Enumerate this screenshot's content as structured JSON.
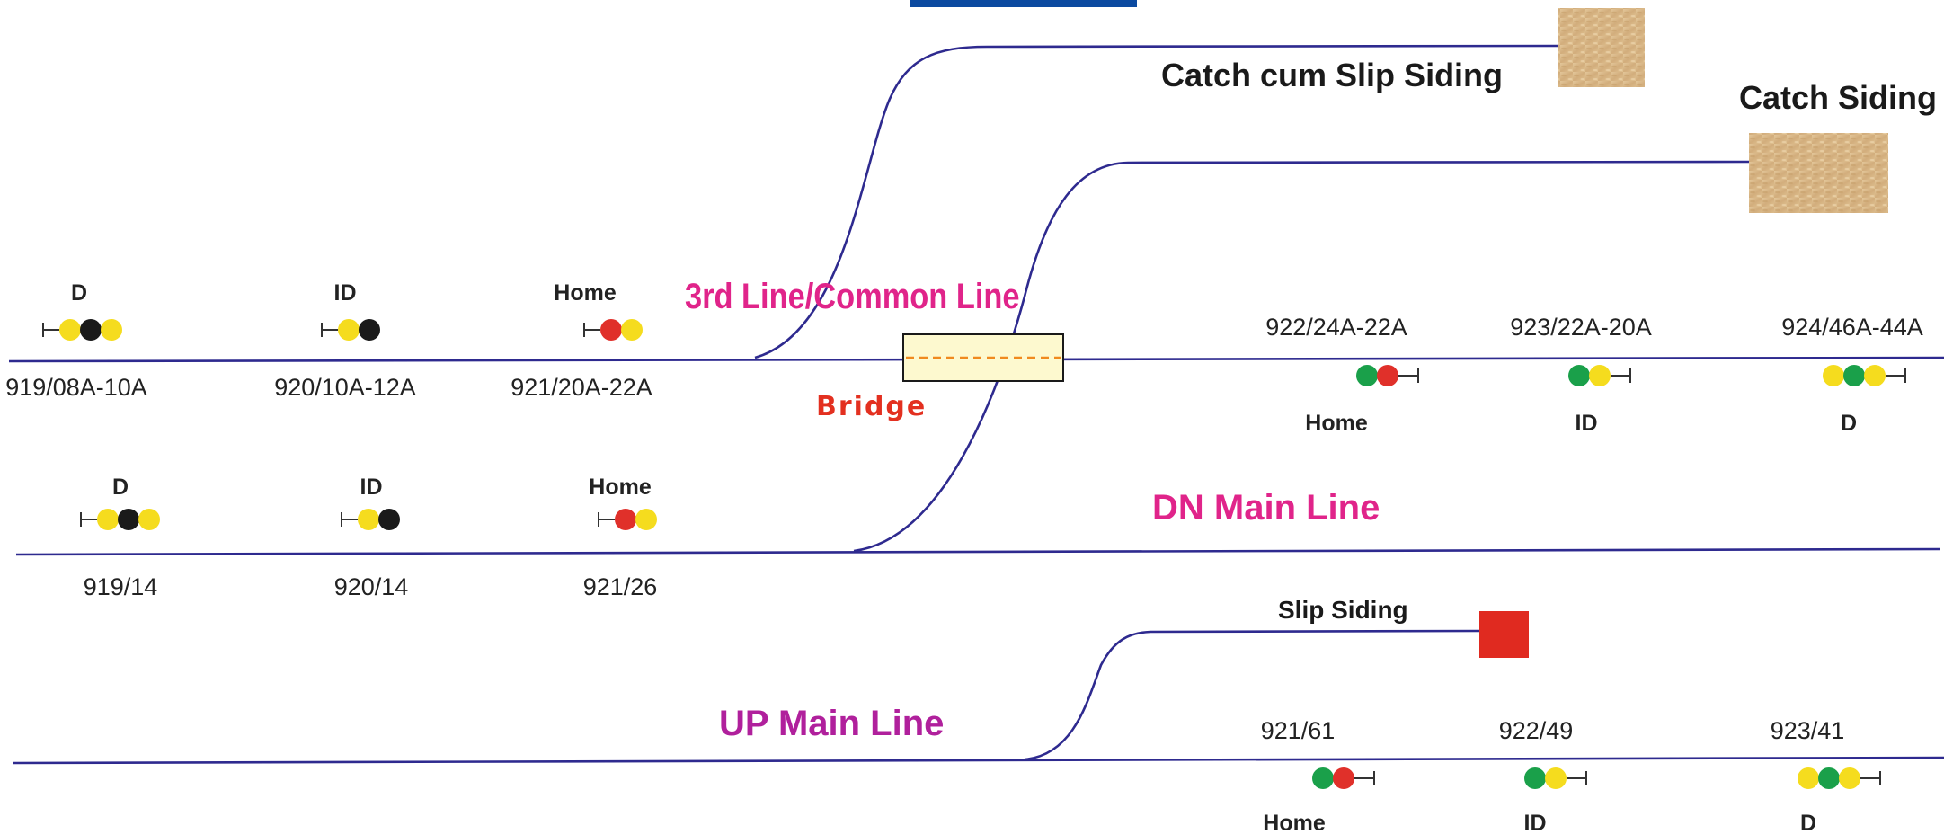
{
  "colors": {
    "track": "#2e2a8f",
    "line_label_pink": "#e0248a",
    "line_label_purple": "#b0209c",
    "bridge_label": "#e33020",
    "bridge_fill": "#fdf9cf",
    "bridge_dash": "#f08a1e",
    "top_bar": "#0b4aa0",
    "aspect_yellow": "#f5dc1e",
    "aspect_black": "#1a1a1a",
    "aspect_red": "#e0302a",
    "aspect_green": "#1aa04a",
    "sand": "#d8b88a",
    "stop_block": "#e02a20"
  },
  "line_labels": {
    "third_line": "3rd Line/Common Line",
    "dn_main": "DN Main Line",
    "up_main": "UP Main Line"
  },
  "bridge_label": "Bridge",
  "sidings": {
    "catch_cum_slip": "Catch cum Slip Siding",
    "catch": "Catch Siding",
    "slip": "Slip Siding"
  },
  "signals": {
    "third_left": [
      {
        "type": "D",
        "number": "919/08A-10A",
        "aspects": [
          "yellow",
          "black",
          "yellow"
        ]
      },
      {
        "type": "ID",
        "number": "920/10A-12A",
        "aspects": [
          "yellow",
          "black"
        ]
      },
      {
        "type": "Home",
        "number": "921/20A-22A",
        "aspects": [
          "red",
          "yellow"
        ]
      }
    ],
    "dn_left": [
      {
        "type": "D",
        "number": "919/14",
        "aspects": [
          "yellow",
          "black",
          "yellow"
        ]
      },
      {
        "type": "ID",
        "number": "920/14",
        "aspects": [
          "yellow",
          "black"
        ]
      },
      {
        "type": "Home",
        "number": "921/26",
        "aspects": [
          "red",
          "yellow"
        ]
      }
    ],
    "third_right": [
      {
        "type": "Home",
        "number": "922/24A-22A",
        "aspects": [
          "green",
          "red"
        ]
      },
      {
        "type": "ID",
        "number": "923/22A-20A",
        "aspects": [
          "green",
          "yellow"
        ]
      },
      {
        "type": "D",
        "number": "924/46A-44A",
        "aspects": [
          "yellow",
          "green",
          "yellow"
        ]
      }
    ],
    "up_right": [
      {
        "type": "Home",
        "number": "921/61",
        "aspects": [
          "green",
          "red"
        ]
      },
      {
        "type": "ID",
        "number": "922/49",
        "aspects": [
          "green",
          "yellow"
        ]
      },
      {
        "type": "D",
        "number": "923/41",
        "aspects": [
          "yellow",
          "green",
          "yellow"
        ]
      }
    ]
  }
}
